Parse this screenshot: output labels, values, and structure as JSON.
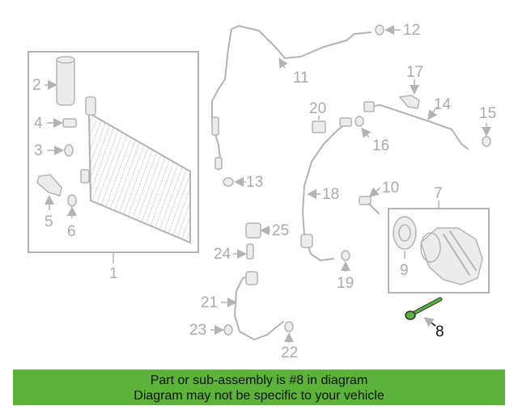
{
  "highlight_color": "#5cb33a",
  "callouts": {
    "c1": "1",
    "c2": "2",
    "c3": "3",
    "c4": "4",
    "c5": "5",
    "c6": "6",
    "c7": "7",
    "c8": "8",
    "c9": "9",
    "c10": "10",
    "c11": "11",
    "c12": "12",
    "c13": "13",
    "c14": "14",
    "c15": "15",
    "c16": "16",
    "c17": "17",
    "c18": "18",
    "c19": "19",
    "c20": "20",
    "c21": "21",
    "c22": "22",
    "c23": "23",
    "c24": "24",
    "c25": "25"
  },
  "highlighted_part": "8",
  "banner": {
    "line1": "Part or sub-assembly is #8 in diagram",
    "line2": "Diagram may not be specific to your vehicle"
  }
}
